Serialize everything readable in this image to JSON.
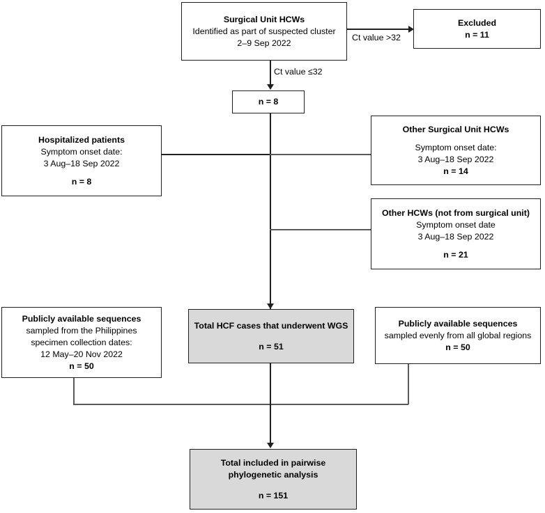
{
  "diagram": {
    "type": "flowchart",
    "nodes": {
      "surgical_unit_hcws": {
        "title": "Surgical Unit HCWs",
        "line1": "Identified as part of suspected cluster",
        "line2": "2–9 Sep 2022"
      },
      "excluded": {
        "title": "Excluded",
        "count": "n = 11"
      },
      "included_n8": {
        "count": "n = 8"
      },
      "hospitalized_patients": {
        "title": "Hospitalized patients",
        "line1": "Symptom onset date:",
        "line2": "3 Aug–18 Sep 2022",
        "count": "n = 8"
      },
      "other_surgical_unit_hcws": {
        "title": "Other Surgical Unit HCWs",
        "line1": "Symptom onset date:",
        "line2": "3 Aug–18 Sep 2022",
        "count": "n = 14"
      },
      "other_hcws": {
        "title": "Other HCWs (not from surgical unit)",
        "line1": "Symptom onset date",
        "line2": "3 Aug–18 Sep 2022",
        "count": "n = 21"
      },
      "public_seq_philippines": {
        "title": "Publicly available sequences",
        "line1": "sampled from the Philippines",
        "line2": "specimen collection dates:",
        "line3": "12 May–20 Nov 2022",
        "count": "n = 50"
      },
      "total_hcf_wgs": {
        "title": "Total HCF cases that underwent WGS",
        "count": "n = 51"
      },
      "public_seq_global": {
        "title": "Publicly available sequences",
        "line1": "sampled evenly from all global regions",
        "count": "n = 50"
      },
      "total_pairwise": {
        "title_line1": "Total included in pairwise",
        "title_line2": "phylogenetic analysis",
        "count": "n = 151"
      }
    },
    "edge_labels": {
      "ct_above": "Ct value >32",
      "ct_below": "Ct value ≤32"
    },
    "colors": {
      "stroke": "#231f20",
      "thin_stroke": "#58595b",
      "shaded_fill": "#d9d9d9",
      "plain_fill": "#ffffff",
      "text": "#000000"
    }
  }
}
